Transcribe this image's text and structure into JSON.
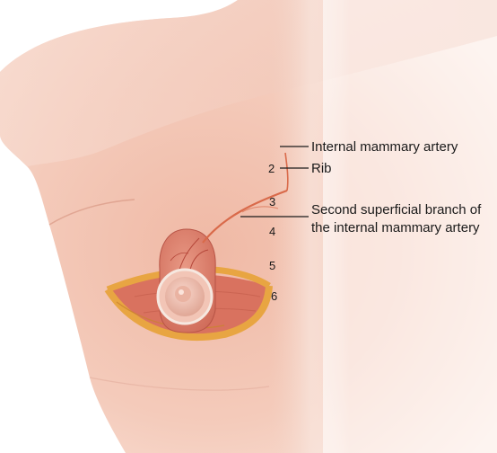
{
  "labels": {
    "internal_mammary_artery": "Internal mammary artery",
    "rib": "Rib",
    "second_branch_line1": "Second superficial branch of",
    "second_branch_line2": "the internal mammary artery"
  },
  "rib_numbers": {
    "r2": "2",
    "r3": "3",
    "r4": "4",
    "r5": "5",
    "r6": "6"
  },
  "colors": {
    "skin_light": "#f6d5c8",
    "skin_mid": "#eeb4a0",
    "skin_shadow": "#d98d78",
    "flap": "#e0826f",
    "fat": "#e8a542",
    "artery": "#d96a4a",
    "text": "#1a1a1a"
  }
}
